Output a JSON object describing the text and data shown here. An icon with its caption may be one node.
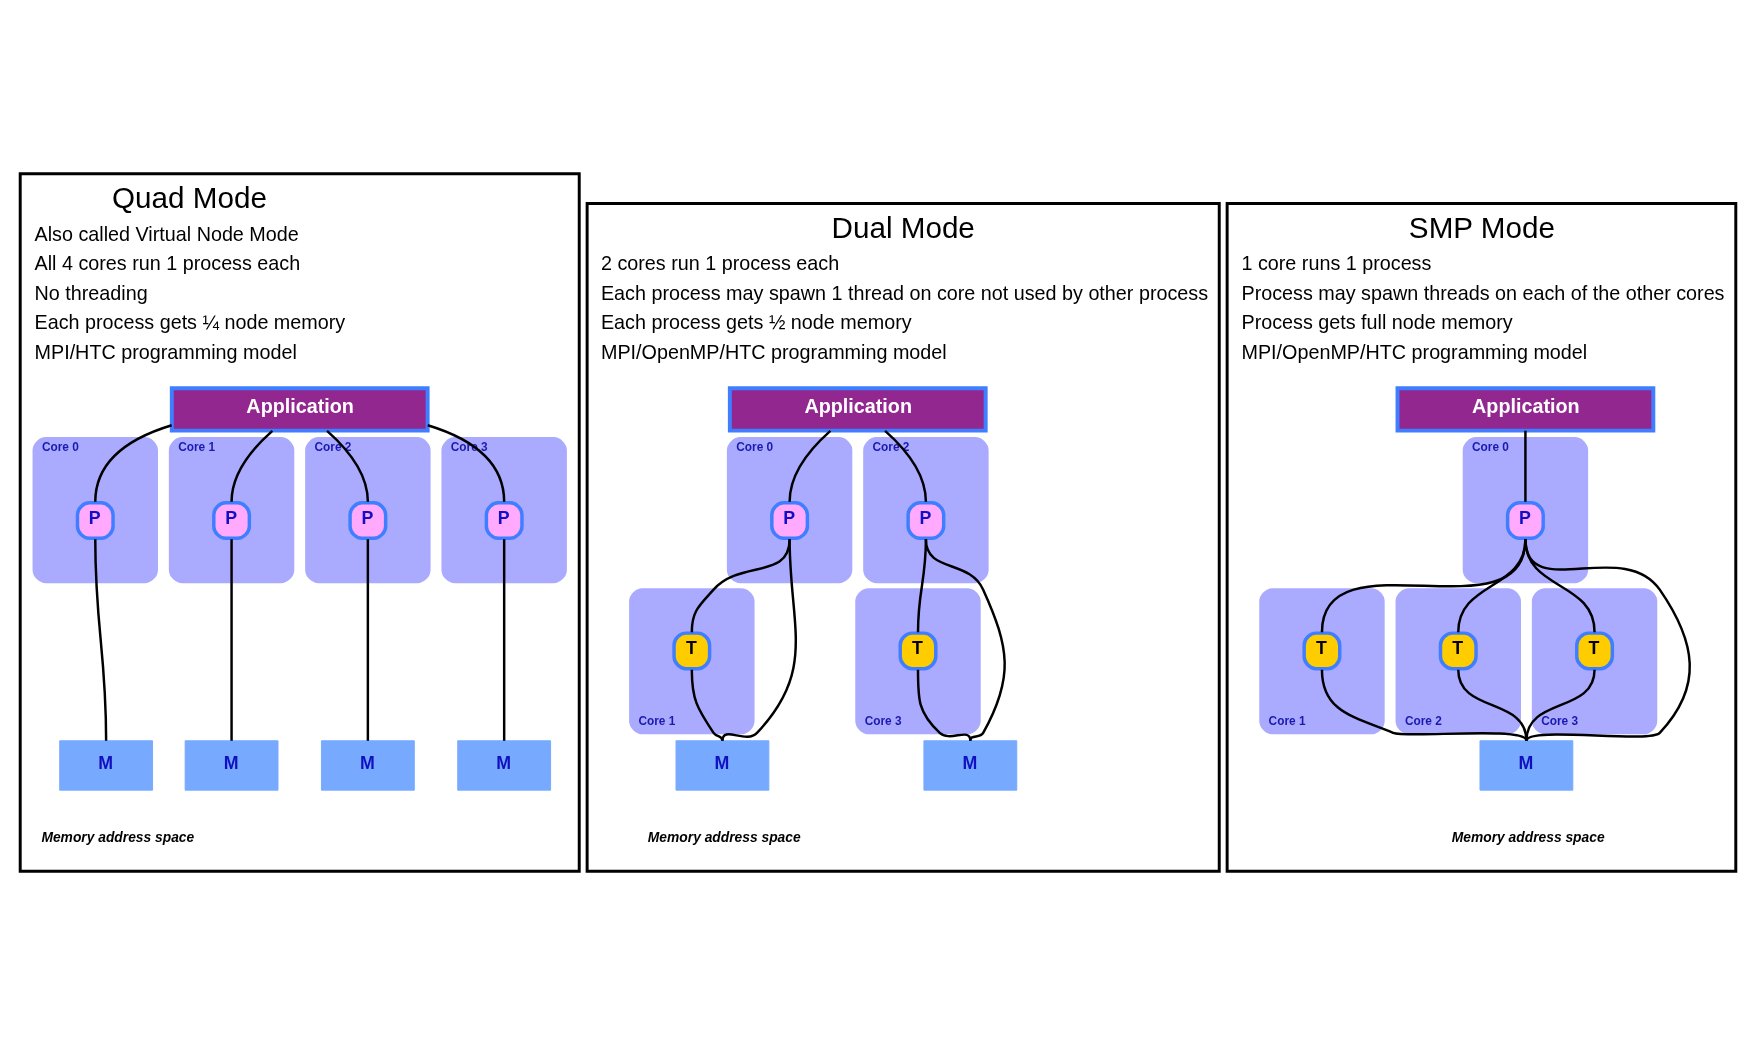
{
  "diagram": {
    "nodes": [
      {
        "text": [
          "Quad Mode",
          "Also called Virtual Node Mode",
          "All 4 cores run 1 process each",
          "No threading",
          "Each process gets ¼ node memory",
          "MPI/HTC programming model"
        ]
      },
      {
        "text": [
          "Application"
        ],
        "in": 0
      },
      {
        "text": [
          "Core 0"
        ],
        "in": 0
      },
      {
        "text": [
          "P"
        ],
        "in": 2
      },
      {
        "text": [
          "Core 1"
        ],
        "in": 0
      },
      {
        "text": [
          "P"
        ],
        "in": 4
      },
      {
        "text": [
          "Core 2"
        ],
        "in": 0
      },
      {
        "text": [
          "P"
        ],
        "in": 6
      },
      {
        "text": [
          "Core 3"
        ],
        "in": 0
      },
      {
        "text": [
          "P"
        ],
        "in": 8
      },
      {
        "text": [
          "M"
        ],
        "in": 0
      },
      {
        "text": [
          "M"
        ],
        "in": 0
      },
      {
        "text": [
          "M"
        ],
        "in": 0
      },
      {
        "text": [
          "M"
        ],
        "in": 0
      },
      {
        "text": [
          "Dual Mode",
          "2 cores run 1 process each",
          "Each process may spawn 1 thread on core not used by other process",
          "Each process gets ½ node memory",
          "MPI/OpenMP/HTC programming model"
        ]
      },
      {
        "text": [
          "Application"
        ],
        "in": 14
      },
      {
        "text": [
          "Core 0"
        ],
        "in": 14
      },
      {
        "text": [
          "P"
        ],
        "in": 16
      },
      {
        "text": [
          "Core 1"
        ],
        "in": 14
      },
      {
        "text": [
          "T"
        ],
        "in": 18
      },
      {
        "text": [
          "Core 2"
        ],
        "in": 14
      },
      {
        "text": [
          "P"
        ],
        "in": 20
      },
      {
        "text": [
          "Core 3"
        ],
        "in": 14
      },
      {
        "text": [
          "T"
        ],
        "in": 22
      },
      {
        "text": [
          "M"
        ],
        "in": 14
      },
      {
        "text": [
          "M"
        ],
        "in": 14
      },
      {
        "text": [
          "SMP Mode",
          "1 core runs 1 process",
          "Process may spawn threads on each of the other cores",
          "Process gets full node memory",
          "MPI/OpenMP/HTC programming model"
        ]
      },
      {
        "text": [
          "Application"
        ],
        "in": 26
      },
      {
        "text": [
          "Core 0"
        ],
        "in": 26
      },
      {
        "text": [
          "P"
        ],
        "in": 28
      },
      {
        "text": [
          "Core 1"
        ],
        "in": 26
      },
      {
        "text": [
          "T"
        ],
        "in": 30
      },
      {
        "text": [
          "Core 2"
        ],
        "in": 26
      },
      {
        "text": [
          "T"
        ],
        "in": 32
      },
      {
        "text": [
          "Core 3"
        ],
        "in": 26
      },
      {
        "text": [
          "T"
        ],
        "in": 34
      },
      {
        "text": [
          "M"
        ],
        "in": 26
      }
    ],
    "edges": [
      {
        "from": 1,
        "to": 3,
        "arrow": "none"
      },
      {
        "from": 3,
        "to": 10,
        "arrow": "none"
      },
      {
        "from": 1,
        "to": 5,
        "arrow": "none"
      },
      {
        "from": 5,
        "to": 11,
        "arrow": "none"
      },
      {
        "from": 1,
        "to": 7,
        "arrow": "none"
      },
      {
        "from": 7,
        "to": 12,
        "arrow": "none"
      },
      {
        "from": 1,
        "to": 9,
        "arrow": "none"
      },
      {
        "from": 9,
        "to": 13,
        "arrow": "none"
      },
      {
        "from": 15,
        "to": 17,
        "arrow": "none"
      },
      {
        "from": 17,
        "to": 24,
        "arrow": "none"
      },
      {
        "from": 17,
        "to": 19,
        "arrow": "none"
      },
      {
        "from": 19,
        "to": 24,
        "arrow": "none"
      },
      {
        "from": 15,
        "to": 21,
        "arrow": "none"
      },
      {
        "from": 21,
        "to": 25,
        "arrow": "none"
      },
      {
        "from": 21,
        "to": 23,
        "arrow": "none"
      },
      {
        "from": 23,
        "to": 25,
        "arrow": "none"
      },
      {
        "from": 27,
        "to": 29,
        "arrow": "none"
      },
      {
        "from": 29,
        "to": 36,
        "arrow": "none"
      },
      {
        "from": 29,
        "to": 31,
        "arrow": "none"
      },
      {
        "from": 29,
        "to": 33,
        "arrow": "none"
      },
      {
        "from": 29,
        "to": 35,
        "arrow": "none"
      },
      {
        "from": 31,
        "to": 36,
        "arrow": "none"
      },
      {
        "from": 33,
        "to": 36,
        "arrow": "none"
      },
      {
        "from": 35,
        "to": 36,
        "arrow": "none"
      }
    ],
    "labels": [
      "Memory address space",
      "Memory address space",
      "Memory address space"
    ]
  }
}
